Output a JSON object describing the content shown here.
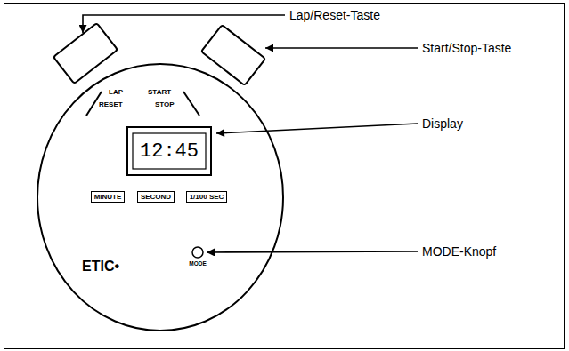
{
  "diagram": {
    "nodes": [
      {
        "text": [
          "12:45"
        ]
      },
      {
        "text": [
          "MINUTE"
        ]
      },
      {
        "text": [
          "SECOND"
        ]
      },
      {
        "text": [
          "1/100 SEC"
        ]
      }
    ],
    "labels": [
      "Lap/Reset-Taste",
      "Start/Stop-Taste",
      "LAP",
      "START",
      "RESET",
      "STOP",
      "Display",
      "ETIC•",
      "MODE",
      "MODE-Knopf"
    ]
  }
}
